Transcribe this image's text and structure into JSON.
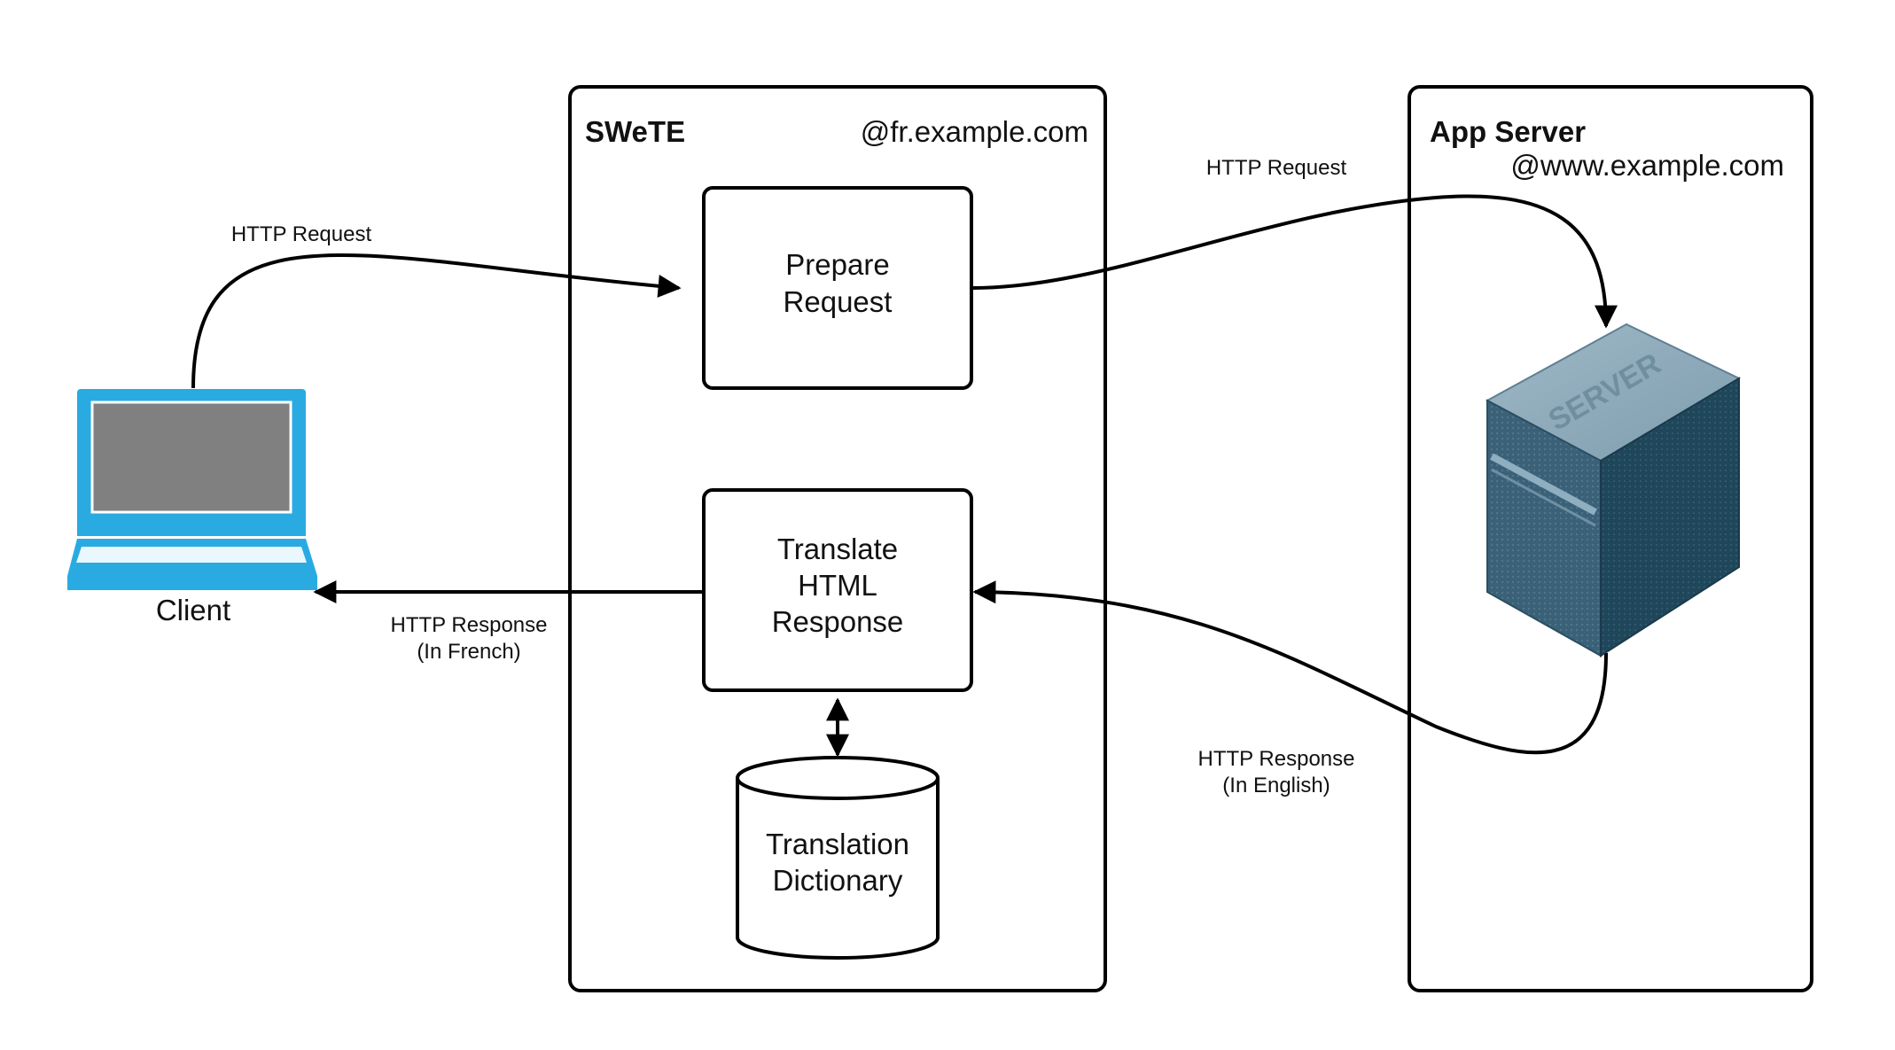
{
  "client": {
    "label": "Client",
    "screen_color": "#808080",
    "frame_color": "#29ABE2"
  },
  "swete": {
    "title": "SWeTE",
    "host": "@fr.example.com"
  },
  "app_server": {
    "title": "App Server",
    "host": "@www.example.com",
    "server_label": "SERVER",
    "server_color": "#244B60"
  },
  "boxes": {
    "prepare": [
      "Prepare",
      "Request"
    ],
    "translate": [
      "Translate",
      "HTML",
      "Response"
    ],
    "dictionary": [
      "Translation",
      "Dictionary"
    ]
  },
  "edges": {
    "client_request": "HTTP Request",
    "server_request": "HTTP Request",
    "client_response": [
      "HTTP Response",
      "(In French)"
    ],
    "server_response": [
      "HTTP Response",
      "(In English)"
    ]
  }
}
